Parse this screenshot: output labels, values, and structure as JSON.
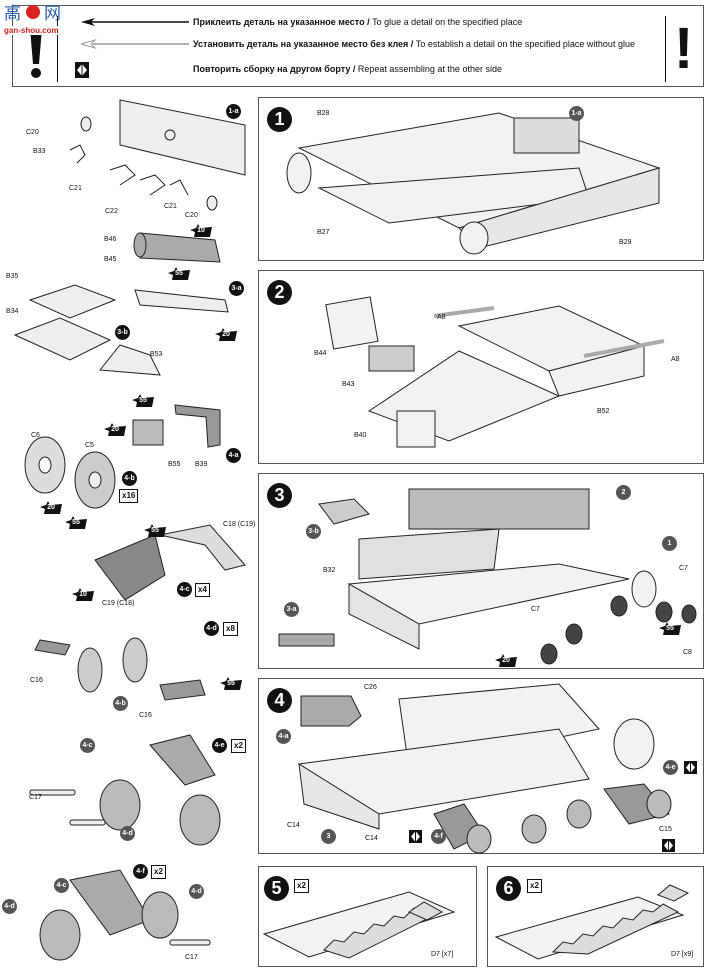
{
  "logo": {
    "text": "高手网",
    "site": "gan-shou.com"
  },
  "legend": {
    "items": [
      {
        "icon": "solid-arrow-icon",
        "ru": "Приклеить деталь на указанное место /",
        "en": " To glue a detail on the specified place"
      },
      {
        "icon": "outline-arrow-icon",
        "ru": "Установить деталь на указанное место без клея /",
        "en": " To establish a detail on the specified place without glue"
      },
      {
        "icon": "mirror-diamond-icon",
        "ru": "Повторить сборку на другом борту /",
        "en": " Repeat assembling at the other side"
      }
    ],
    "exclamation": "!"
  },
  "colors": {
    "ink": "#111111",
    "part_fill": "#e8e8e8",
    "shaded": "#9a9a9a"
  },
  "left": {
    "subassembly_1a": {
      "callout": "1-a",
      "parts": [
        "C20",
        "B33",
        "C21",
        "C22",
        "C21",
        "C20"
      ]
    },
    "subassembly_3a": {
      "callout": "3-a",
      "parts": [
        "B46",
        "B45"
      ],
      "paints": [
        "10",
        "55",
        "20"
      ]
    },
    "subassembly_3b": {
      "callout": "3-b",
      "parts": [
        "B35",
        "B34",
        "B53"
      ]
    },
    "subassembly_4a": {
      "callout": "4-a",
      "parts": [
        "B55",
        "B39"
      ],
      "paints": [
        "55",
        "20"
      ]
    },
    "subassembly_4b": {
      "callout": "4-b",
      "multiplier": "x16",
      "parts": [
        "C6",
        "C5"
      ],
      "paints": [
        "20",
        "55"
      ]
    },
    "subassembly_4c": {
      "callout": "4-c",
      "multiplier": "x4",
      "parts": [
        "C18 (C19)",
        "C19 (C18)"
      ],
      "paints": [
        "55",
        "10"
      ]
    },
    "subassembly_4d": {
      "callout": "4-d",
      "multiplier": "x8",
      "parts": [
        "C16",
        "C16"
      ],
      "ref": "4-b",
      "paints": [
        "55"
      ]
    },
    "subassembly_4e": {
      "callout": "4-e",
      "multiplier": "x2",
      "refs": [
        "4-c",
        "4-d"
      ],
      "parts": [
        "C17"
      ]
    },
    "subassembly_4f": {
      "callout": "4-f",
      "multiplier": "x2",
      "refs": [
        "4-c",
        "4-d",
        "4-d"
      ],
      "parts": [
        "C17"
      ]
    }
  },
  "steps": [
    {
      "number": "1",
      "parts": [
        "B28",
        "B27",
        "B29"
      ],
      "refs": [
        "1-a"
      ]
    },
    {
      "number": "2",
      "parts": [
        "A8",
        "B44",
        "B43",
        "A8",
        "B52",
        "B40"
      ]
    },
    {
      "number": "3",
      "parts": [
        "B32",
        "C7",
        "C7",
        "C8"
      ],
      "refs": [
        "2",
        "3-b",
        "1",
        "3-a"
      ],
      "paints": [
        "55",
        "20"
      ]
    },
    {
      "number": "4",
      "parts": [
        "C26",
        "C14",
        "C14",
        "C15"
      ],
      "refs": [
        "4-a",
        "4-e",
        "3",
        "4-f"
      ]
    },
    {
      "number": "5",
      "multiplier": "x2",
      "parts": [
        "D7 [x7]"
      ]
    },
    {
      "number": "6",
      "multiplier": "x2",
      "parts": [
        "D7 [x9]"
      ]
    }
  ]
}
